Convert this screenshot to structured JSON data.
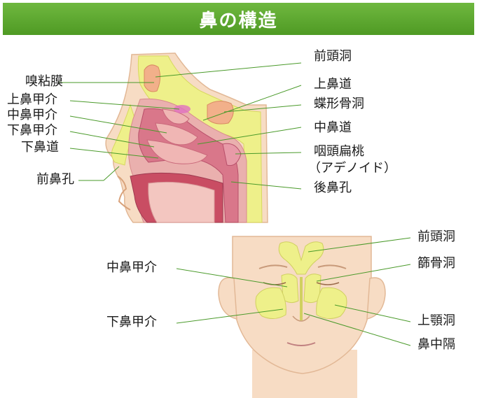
{
  "title": "鼻の構造",
  "colors": {
    "title_bar": "#5aa82e",
    "skin": "#f7dcc4",
    "bone": "#eef08a",
    "mucosa": "#e6a0a4",
    "cavity": "#c94d63",
    "sinus": "#f2b08a",
    "leader_line": "#4a9a2a"
  },
  "sagittal_view": {
    "left_labels": {
      "olfactory_mucosa": "嗅粘膜",
      "superior_turbinate": "上鼻甲介",
      "middle_turbinate": "中鼻甲介",
      "inferior_turbinate": "下鼻甲介",
      "inferior_meatus": "下鼻道",
      "nostril": "前鼻孔"
    },
    "right_labels": {
      "frontal_sinus": "前頭洞",
      "superior_meatus": "上鼻道",
      "sphenoid_sinus": "蝶形骨洞",
      "middle_meatus": "中鼻道",
      "pharyngeal_tonsil": "咽頭扁桃",
      "adenoid": "（アデノイド）",
      "choana": "後鼻孔"
    }
  },
  "frontal_view": {
    "left_labels": {
      "middle_turbinate": "中鼻甲介",
      "inferior_turbinate": "下鼻甲介"
    },
    "right_labels": {
      "frontal_sinus": "前頭洞",
      "ethmoid_sinus": "篩骨洞",
      "maxillary_sinus": "上顎洞",
      "nasal_septum": "鼻中隔"
    }
  }
}
